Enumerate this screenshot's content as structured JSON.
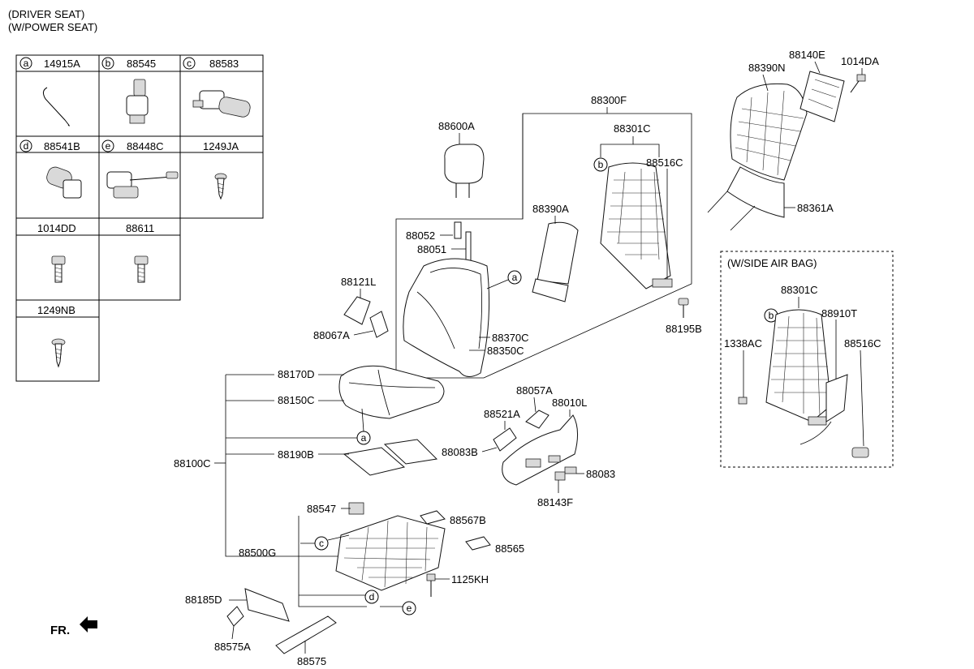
{
  "header": {
    "line1": "(DRIVER SEAT)",
    "line2": "(W/POWER SEAT)"
  },
  "legend": {
    "cells": [
      {
        "letter": "a",
        "part": "14915A"
      },
      {
        "letter": "b",
        "part": "88545"
      },
      {
        "letter": "c",
        "part": "88583"
      },
      {
        "letter": "d",
        "part": "88541B"
      },
      {
        "letter": "e",
        "part": "88448C"
      },
      {
        "letter": "",
        "part": "1249JA"
      },
      {
        "letter": "",
        "part": "1014DD"
      },
      {
        "letter": "",
        "part": "88611"
      },
      {
        "letter": "",
        "part": "1249NB"
      }
    ]
  },
  "labels": {
    "p88300F": "88300F",
    "p88600A": "88600A",
    "p88301C": "88301C",
    "p88516C": "88516C",
    "p88390A": "88390A",
    "p88052": "88052",
    "p88051": "88051",
    "p88121L": "88121L",
    "p88067A": "88067A",
    "p88370C": "88370C",
    "p88350C": "88350C",
    "p88195B": "88195B",
    "p88390N": "88390N",
    "p88140E": "88140E",
    "p1014DA": "1014DA",
    "p88361A": "88361A",
    "p88170D": "88170D",
    "p88150C": "88150C",
    "p88190B": "88190B",
    "p88100C": "88100C",
    "p88057A": "88057A",
    "p88010L": "88010L",
    "p88521A": "88521A",
    "p88083B": "88083B",
    "p88083": "88083",
    "p88143F": "88143F",
    "p88547": "88547",
    "p88567B": "88567B",
    "p88565": "88565",
    "p88500G": "88500G",
    "p1125KH": "1125KH",
    "p88185D": "88185D",
    "p88575A": "88575A",
    "p88575": "88575",
    "fr": "FR."
  },
  "airbag": {
    "title": "(W/SIDE AIR BAG)",
    "p88301C": "88301C",
    "p88910T": "88910T",
    "p1338AC": "1338AC",
    "p88516C": "88516C"
  },
  "callouts": {
    "a": "a",
    "b": "b",
    "c": "c",
    "d": "d",
    "e": "e"
  }
}
